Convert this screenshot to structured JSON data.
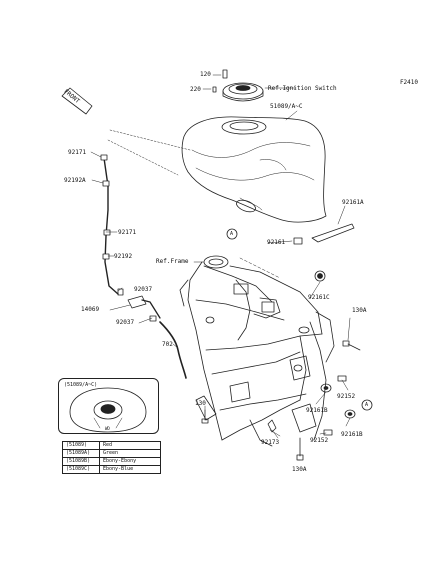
{
  "diagram_code": "F2410",
  "front_tag": "FRONT",
  "labels": {
    "p120": "120",
    "p220": "220",
    "ref_ignition": "Ref.Ignition Switch",
    "p51089": "51089/A~C",
    "p92171_top": "92171",
    "p92192a": "92192A",
    "p92161a": "92161A",
    "p92161": "92161",
    "p92171_mid": "92171",
    "ref_frame": "Ref.Frame",
    "p92192": "92192",
    "p92161c": "92161C",
    "p92037_top": "92037",
    "p14069": "14069",
    "p92037_bot": "92037",
    "p130a_top": "130A",
    "p702": "702",
    "p130": "130",
    "p92152_top": "92152",
    "p92161b_top": "92161B",
    "p92161b_bot": "92161B",
    "p92152_bot": "92152",
    "p92173": "92173",
    "p130a_bot": "130A",
    "circle_a1": "A",
    "circle_a2": "A"
  },
  "inset": {
    "title": "(51089/A~C)",
    "caption": "WD"
  },
  "color_legend": [
    {
      "code": "(51089)",
      "color": "Red"
    },
    {
      "code": "(51089A)",
      "color": "Green"
    },
    {
      "code": "(51089B)",
      "color": "Ebony-Ebony"
    },
    {
      "code": "(51089C)",
      "color": "Ebony-Blue"
    }
  ]
}
